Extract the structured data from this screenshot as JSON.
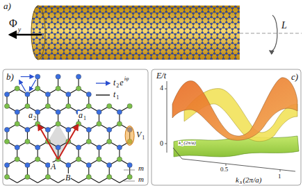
{
  "diagram": {
    "labels": [
      "a)",
      "Φ",
      "y",
      "L",
      "b)",
      "t",
      "2",
      "e",
      "iφ",
      "t",
      "1",
      "V",
      "1",
      "a",
      "2",
      "a",
      "1",
      "A",
      "B",
      "m",
      "m",
      "c)",
      "E/t",
      "4",
      "0",
      "0.5",
      "1",
      "k",
      "x",
      "(2π/a)",
      "k",
      "y",
      "(2π/a)"
    ]
  }
}
